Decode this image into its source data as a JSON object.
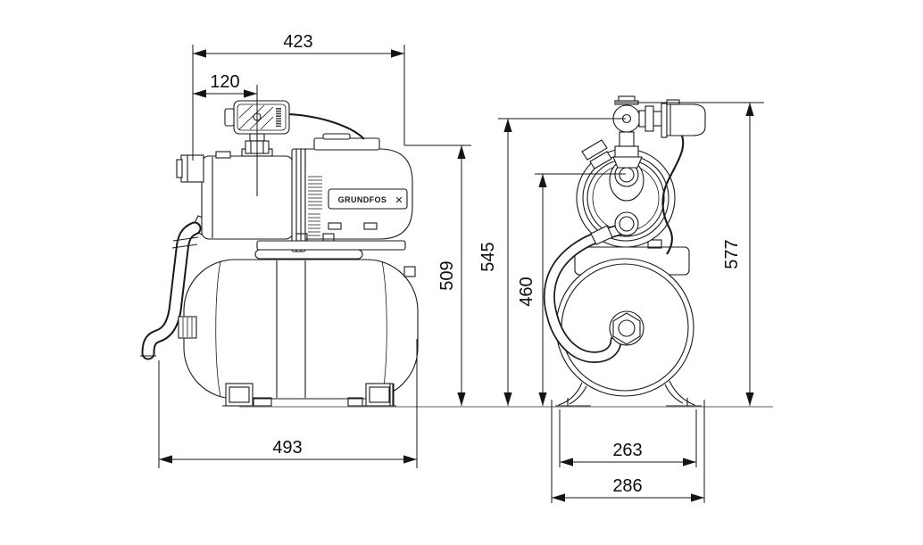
{
  "colors": {
    "line": "#1a1a1a",
    "dimension_text": "#0d0d0d",
    "ground_line": "#a2a2a2",
    "background": "#ffffff"
  },
  "brand": {
    "wordmark": "GRUNDFOS",
    "logo_mark": "✕"
  },
  "dimensions_mm": {
    "side_view": {
      "overall_length": "423",
      "suction_port_offset": "120",
      "pump_height": "509",
      "base_length": "493"
    },
    "front_view": {
      "pipe_center_height": "545",
      "priming_port_height": "460",
      "overall_height": "577",
      "foot_span": "263",
      "base_width": "286"
    }
  }
}
